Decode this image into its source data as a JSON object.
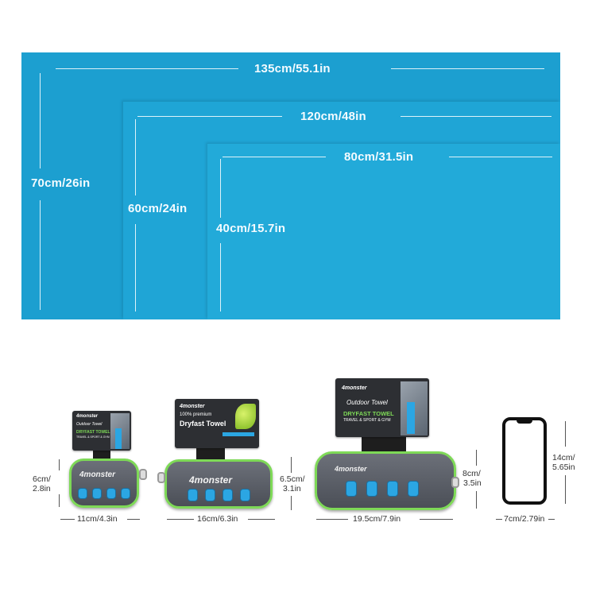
{
  "towels": {
    "large": {
      "width_label": "135cm/55.1in",
      "height_label": "70cm/26in"
    },
    "medium": {
      "width_label": "120cm/48in",
      "height_label": "60cm/24in"
    },
    "small": {
      "width_label": "80cm/31.5in",
      "height_label": "40cm/15.7in"
    }
  },
  "colors": {
    "towel": "#1c9fd0",
    "pack_body": "#5b5f67",
    "pack_trim": "#7ed957",
    "vent": "#2ba6e3"
  },
  "packs": {
    "small": {
      "brand": "4monster",
      "tag_subtitle": "Outdoor Towel",
      "tag_title": "DRYFAST TOWEL",
      "tag_line": "TRAVEL & SPORT & GYM",
      "width_label": "11cm/4.3in",
      "height_label_1": "6cm/",
      "height_label_2": "2.8in"
    },
    "medium": {
      "brand": "4monster",
      "tag_subtitle": "100% premium",
      "tag_title": "Dryfast Towel",
      "width_label": "16cm/6.3in",
      "height_label_1": "6.5cm/",
      "height_label_2": "3.1in"
    },
    "large": {
      "brand": "4monster",
      "tag_subtitle": "Outdoor Towel",
      "tag_title": "DRYFAST TOWEL",
      "tag_line": "TRAVEL & SPORT & GYM",
      "width_label": "19.5cm/7.9in",
      "height_label_1": "8cm/",
      "height_label_2": "3.5in"
    }
  },
  "phone": {
    "icon": "smartphone-icon",
    "width_label": "7cm/2.79in",
    "height_label_1": "14cm/",
    "height_label_2": "5.65in"
  }
}
